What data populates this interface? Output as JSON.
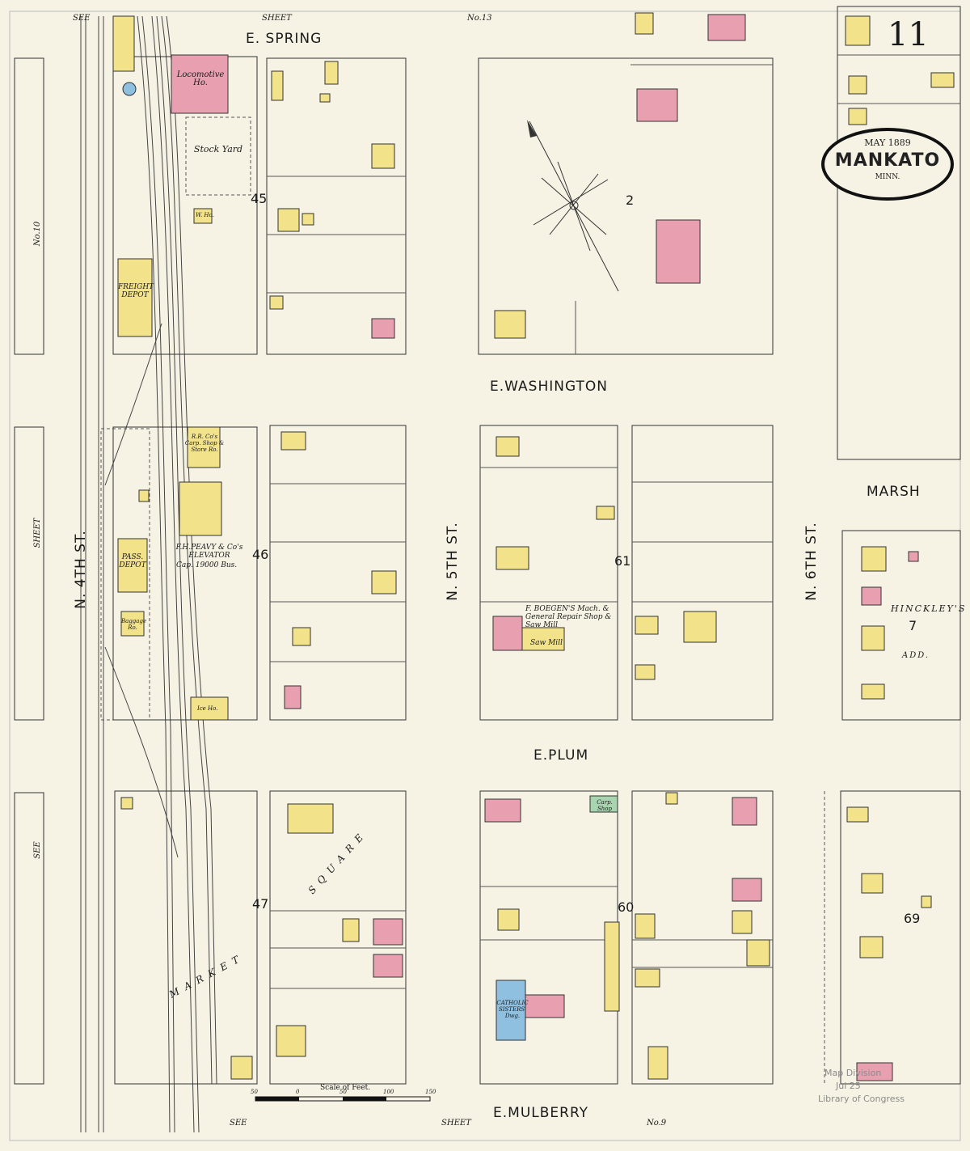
{
  "sheet_number": "11",
  "title_block": {
    "date": "MAY 1889",
    "city": "MANKATO",
    "state": "MINN."
  },
  "streets": {
    "e_spring": "E. SPRING",
    "e_washington": "E.WASHINGTON",
    "e_plum": "E.PLUM",
    "e_mulberry": "E.MULBERRY",
    "n_4th": "N. 4TH ST.",
    "n_5th": "N. 5TH ST.",
    "n_6th": "N. 6TH ST.",
    "marsh": "MARSH"
  },
  "block_numbers": [
    "45",
    "2",
    "46",
    "61",
    "7",
    "47",
    "60",
    "69"
  ],
  "addition": {
    "name": "HINCKLEY'S",
    "suffix": "ADD."
  },
  "sheet_refs": {
    "top_left": "SEE",
    "top_mid": "SHEET",
    "top_right": "No.13",
    "left_upper": "No.10",
    "left_mid": "SHEET",
    "left_lower": "SEE",
    "bottom_left": "SEE",
    "bottom_mid": "SHEET",
    "bottom_right": "No.9"
  },
  "buildings": {
    "locomotive": "Locomotive Ho.",
    "stock_yard": "Stock Yard",
    "freight_depot": "FREIGHT DEPOT",
    "pass_depot": "PASS. DEPOT",
    "baggage": "Baggage Ro.",
    "rr_shop": "R.R. Co's Carp. Shop & Store Ro.",
    "elevator": "F.H.PEAVY & Co's ELEVATOR",
    "elevator_cap": "Cap. 19000 Bus.",
    "boegen": "F. BOEGEN'S Mach. & General Repair Shop & Saw Mill",
    "saw_mill": "Saw Mill",
    "catholic": "CATHOLIC SISTERS' Dwg.",
    "carp_shop": "Carp. Shop",
    "ice_ho": "Ice Ho.",
    "w_ho": "W. Ho.",
    "market": "MARKET",
    "square": "SQUARE"
  },
  "scale_label": "Scale of Feet.",
  "scale_ticks": [
    "50",
    "0",
    "50",
    "100",
    "150"
  ],
  "library_stamp": [
    "Map Division",
    "Jul 25",
    "Library of Congress"
  ],
  "colors": {
    "brick": "#e8a0b0",
    "frame": "#f2e38a",
    "stone": "#8fc0e0",
    "special": "#a8d4b0",
    "paper": "#f6f2e4"
  }
}
